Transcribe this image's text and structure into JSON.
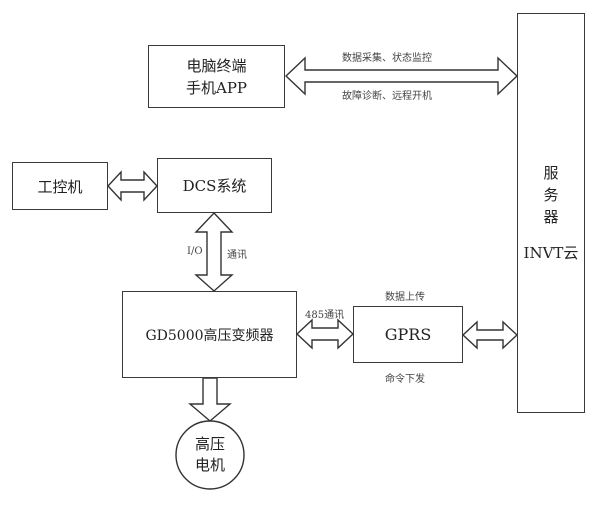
{
  "nodes": {
    "terminal": {
      "line1": "电脑终端",
      "line2": "手机APP"
    },
    "ipc": {
      "label": "工控机"
    },
    "dcs": {
      "label": "DCS系统"
    },
    "inverter": {
      "label": "GD5000高压变频器"
    },
    "gprs": {
      "label": "GPRS"
    },
    "server": {
      "line1": "服",
      "line2": "务",
      "line3": "器",
      "line4": "INVT云"
    },
    "motor": {
      "line1": "高压",
      "line2": "电机"
    }
  },
  "edges": {
    "terminal_server": {
      "top_label": "数据采集、状态监控",
      "bottom_label": "故障诊断、远程开机"
    },
    "dcs_inverter": {
      "left_label": "I/O",
      "right_label": "通讯"
    },
    "inverter_gprs": {
      "label": "485通讯"
    },
    "gprs_server": {
      "top_label": "数据上传",
      "bottom_label": "命令下发"
    }
  }
}
